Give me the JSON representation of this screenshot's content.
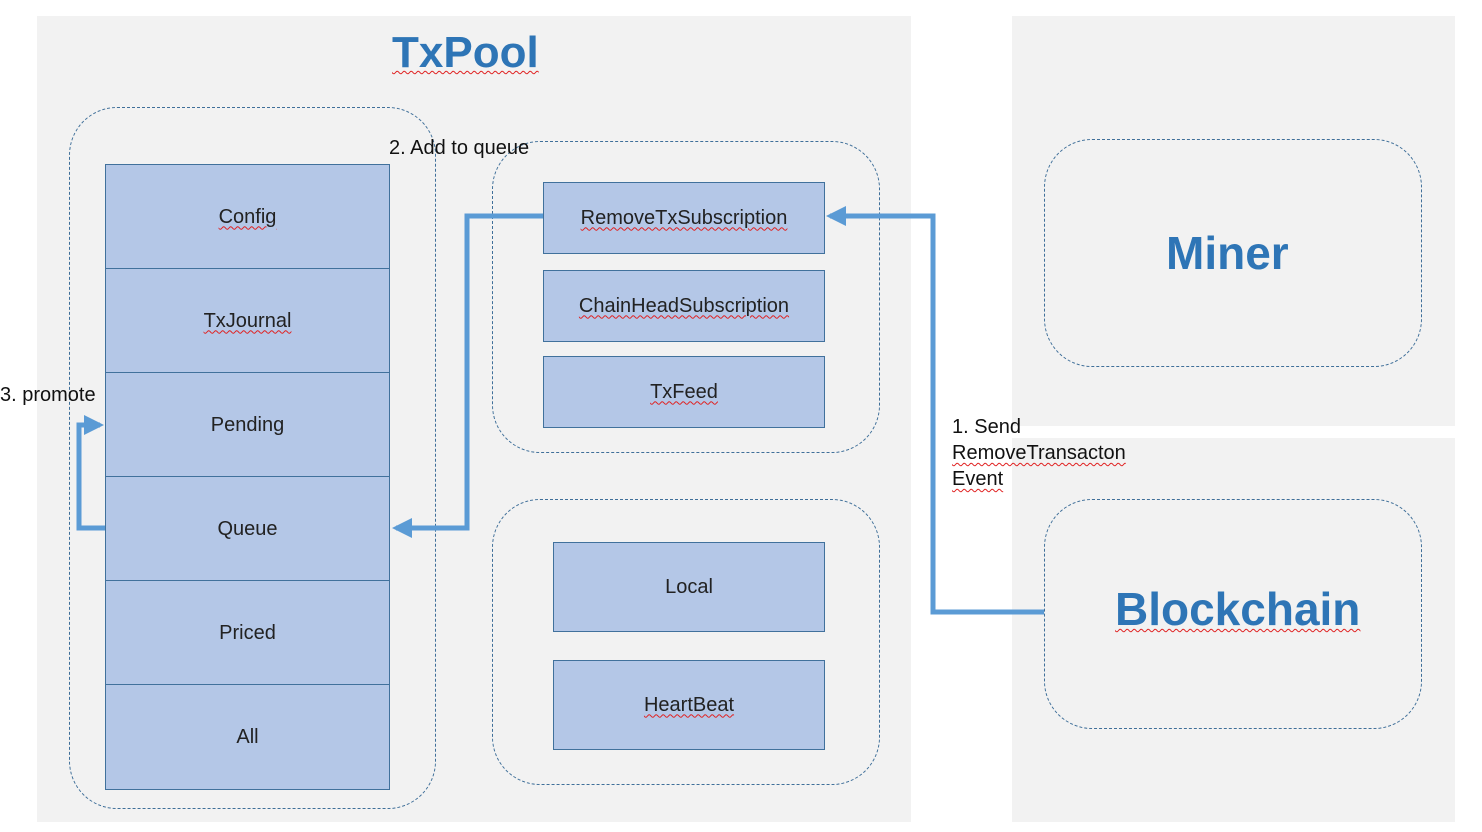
{
  "txpool": {
    "title": "TxPool",
    "structure": [
      "Config",
      "TxJournal",
      "Pending",
      "Queue",
      "Priced",
      "All"
    ],
    "subscriptions": [
      "RemoveTxSubscription",
      "ChainHeadSubscription",
      "TxFeed"
    ],
    "workers": [
      "Local",
      "HeartBeat"
    ]
  },
  "miner": {
    "title": "Miner"
  },
  "blockchain": {
    "title": "Blockchain"
  },
  "labels": {
    "add_to_queue": "2.  Add to queue",
    "promote": "3. promote",
    "send_line1": "1. Send",
    "send_line2": "RemoveTransacton",
    "send_line3": "Event"
  },
  "colors": {
    "panel_bg": "#f2f2f2",
    "box_fill": "#b4c7e7",
    "box_border": "#41719c",
    "title": "#2e75b6",
    "arrow": "#5b9bd5"
  }
}
